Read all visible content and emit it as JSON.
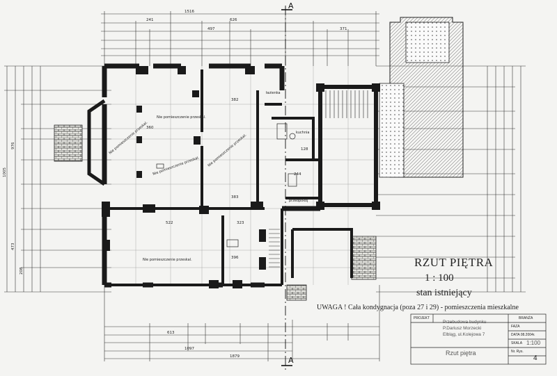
{
  "drawing": {
    "title": "RZUT PIĘTRA",
    "scale": "1 : 100",
    "state": "stan istniejący",
    "note": "UWAGA ! Cała kondygnacja (poza 27 i 29) - pomieszczenia mieszkalne",
    "section_marker": "A",
    "dims_top_1": [
      "1516",
      "626"
    ],
    "dims_top_2": [
      "241",
      "497"
    ],
    "dims_right_top": "371",
    "dims_bottom": [
      "613",
      "1097",
      "1879"
    ],
    "dims_left": [
      "1005",
      "976",
      "473",
      "208"
    ],
    "room_labels": [
      "Nie pomieszczenie przeskal.",
      "Nie pomieszczenie przeskal.",
      "Nie pomieszczenie przeskal.",
      "Nie pomieszczenie przeskal.",
      "Nie pomieszczenie przeskal.",
      "kuchnia",
      "łazienka",
      "przedpokój"
    ],
    "room_dims": [
      "360",
      "382",
      "383",
      "522",
      "323",
      "396",
      "244",
      "128"
    ]
  },
  "title_block": {
    "label_projekt": "PROJEKT",
    "project_lines": [
      "Przebudowa budynku",
      "P.Dariusz Morzecki",
      "Elbląg, ul.Kolejowa 7"
    ],
    "label_branza": "BRANŻA",
    "label_faza": "FAZA",
    "data": "DATA  08.2004r.",
    "skala_label": "SKALA",
    "skala_value": "1:100",
    "sheet_title": "Rzut piętra",
    "nr_rys_label": "Nr. Rys.",
    "sheet_number": "4"
  },
  "colors": {
    "ink": "#1c1c1c",
    "paper": "#f4f4f2",
    "wall": "#2a2a2a"
  }
}
